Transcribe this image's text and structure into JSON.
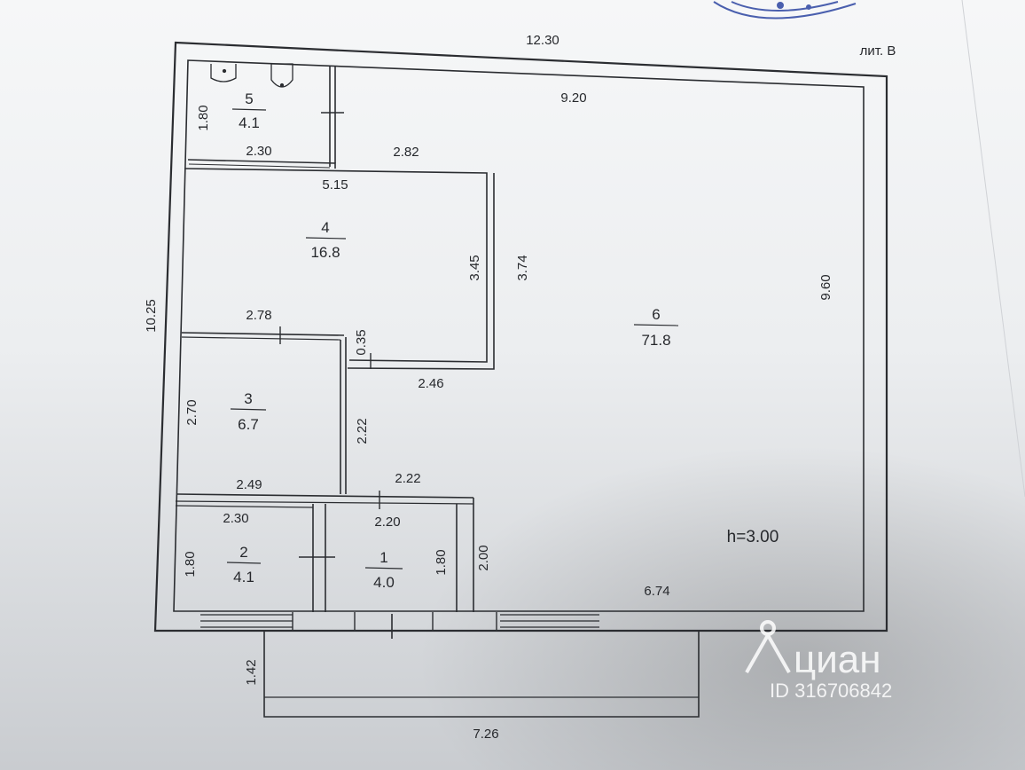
{
  "header": {
    "building_label": "лит. В"
  },
  "dimensions": {
    "total_width": "12.30",
    "total_height": "10.25",
    "room6_top": "9.20",
    "room6_right": "9.60",
    "room6_wall_a": "3.74",
    "room6_bottom": "6.74",
    "room4_top_offset": "2.82",
    "room4_top": "5.15",
    "room4_right": "3.45",
    "room4_bottom": "2.78",
    "room4_step": "0.35",
    "corridor_bottom": "2.46",
    "corridor_side": "2.22",
    "corridor_top": "2.22",
    "room5_side": "1.80",
    "room5_bottom": "2.30",
    "room3_side": "2.70",
    "room3_bottom": "2.49",
    "room2_top": "2.30",
    "room2_side": "1.80",
    "room1_top": "2.20",
    "room1_side": "1.80",
    "room1_right": "2.00",
    "porch_height": "1.42",
    "porch_width": "7.26"
  },
  "rooms": [
    {
      "number": "1",
      "area": "4.0"
    },
    {
      "number": "2",
      "area": "4.1"
    },
    {
      "number": "3",
      "area": "6.7"
    },
    {
      "number": "4",
      "area": "16.8"
    },
    {
      "number": "5",
      "area": "4.1"
    },
    {
      "number": "6",
      "area": "71.8"
    }
  ],
  "ceiling_height": "h=3.00",
  "watermark": {
    "brand": "циан",
    "id": "ID 316706842"
  },
  "colors": {
    "paper": "#f4f5f6",
    "ink": "#2b2d31",
    "watermark": "#ffffff"
  }
}
